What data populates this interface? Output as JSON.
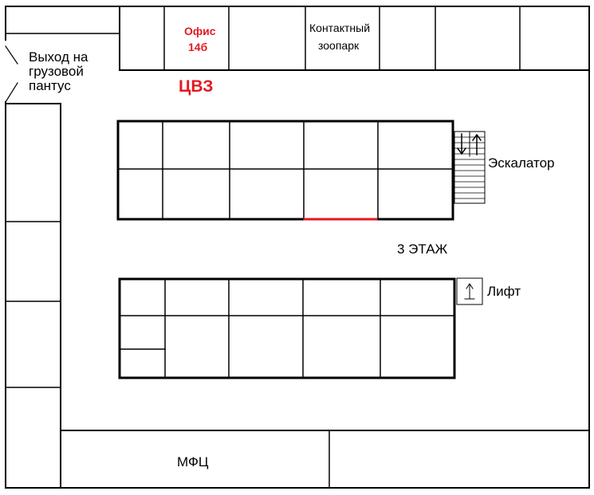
{
  "map": {
    "floor_label": "3 ЭТАЖ",
    "exit": {
      "line1": "Выход на",
      "line2": "грузовой",
      "line3": "пантус"
    },
    "office": {
      "line1": "Офис",
      "line2": "14б",
      "color": "#e01a22"
    },
    "cvz": {
      "label": "ЦВЗ",
      "color": "#e01a22"
    },
    "zoo": {
      "line1": "Контактный",
      "line2": "зоопарк"
    },
    "escalator": {
      "label": "Эскалатор",
      "icon_down": "arrow-down-icon",
      "icon_up": "arrow-up-icon"
    },
    "lift": {
      "label": "Лифт",
      "icon": "arrow-up-icon"
    },
    "mfc": {
      "label": "МФЦ"
    },
    "colors": {
      "wall": "#000000",
      "highlight": "#e01a22",
      "background": "#ffffff"
    }
  }
}
